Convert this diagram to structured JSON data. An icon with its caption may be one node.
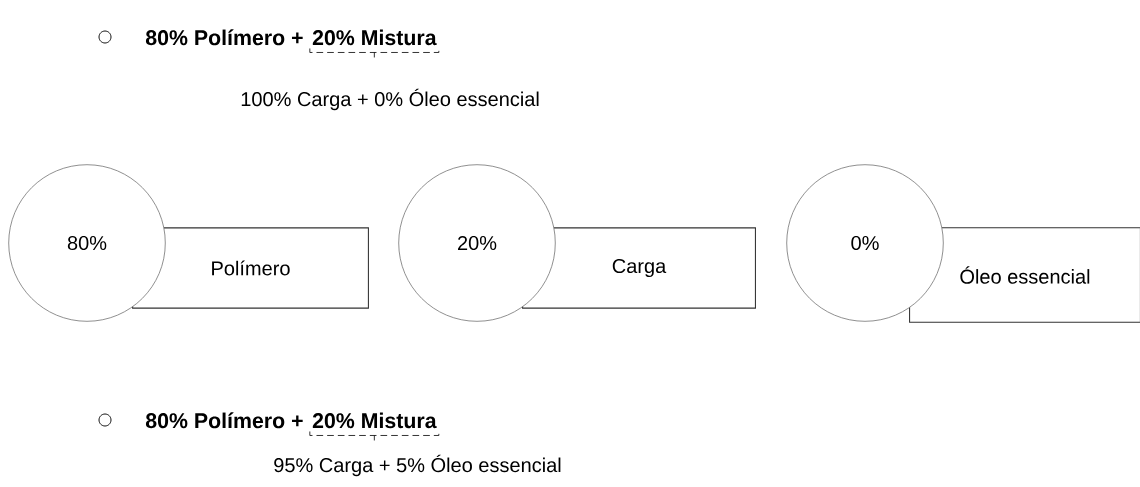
{
  "diagram": {
    "nodes": [
      {
        "text": [
          "80%"
        ]
      },
      {
        "text": [
          "Polímero"
        ]
      },
      {
        "text": [
          "20%"
        ]
      },
      {
        "text": [
          "Carga"
        ]
      },
      {
        "text": [
          "0%"
        ]
      },
      {
        "text": [
          "Óleo essencial"
        ]
      }
    ],
    "labels": [
      "80% Polímero +",
      "20% Mistura",
      "100% Carga + 0% Óleo essencial",
      "80% Polímero +",
      "20% Mistura",
      "95% Carga + 5% Óleo essencial"
    ]
  }
}
